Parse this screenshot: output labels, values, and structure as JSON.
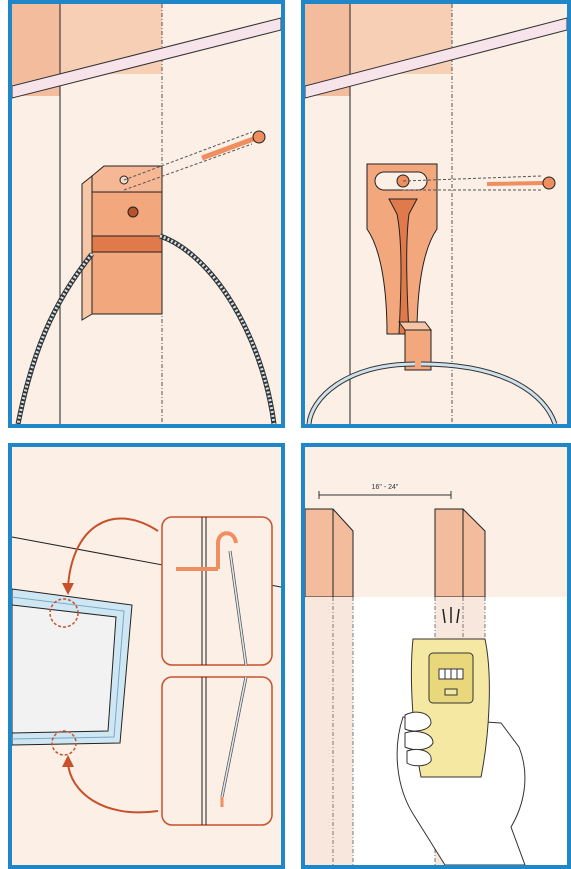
{
  "panels": [
    {
      "id": "nail-hook-block"
    },
    {
      "id": "sawtooth-picture-hanger"
    },
    {
      "id": "wire-and-screw-hooks"
    },
    {
      "id": "stud-finder"
    }
  ],
  "stud_spacing_label": "16\" - 24\"",
  "colors": {
    "frame": "#1f86c8",
    "wall": "#fbefe6",
    "stud": "#f3bd9d",
    "hardware": "#ef8e5e",
    "curve": "#c8512b",
    "stud_finder": "#f5e8a2",
    "picture_frame": "#cfe6f3"
  }
}
